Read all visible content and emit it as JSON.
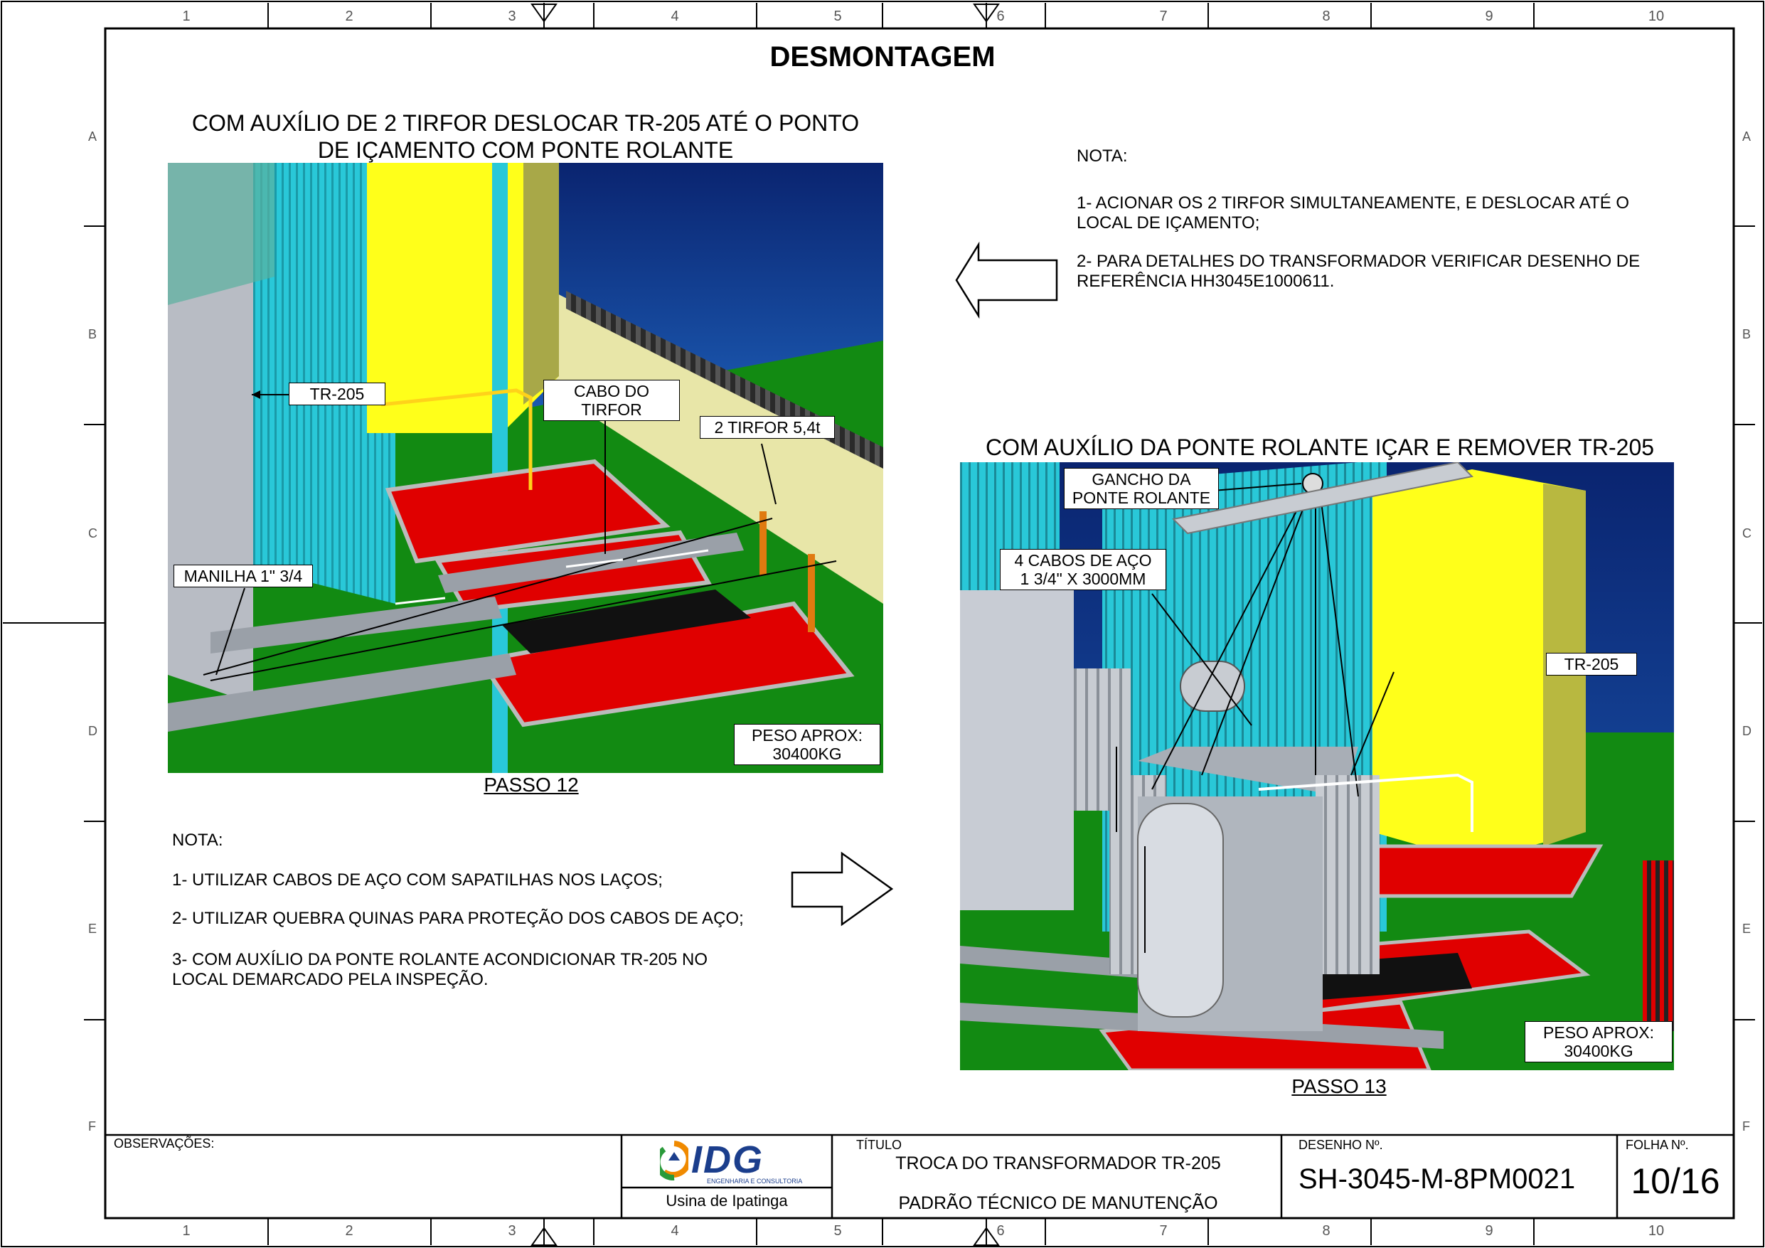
{
  "columns": [
    "1",
    "2",
    "3",
    "4",
    "5",
    "6",
    "7",
    "8",
    "9",
    "10"
  ],
  "rows": [
    "A",
    "B",
    "C",
    "D",
    "E",
    "F"
  ],
  "title": "DESMONTAGEM",
  "left": {
    "caption_line1": "COM AUXÍLIO DE 2 TIRFOR DESLOCAR TR-205 ATÉ O PONTO",
    "caption_line2": "DE IÇAMENTO COM PONTE ROLANTE",
    "labels": {
      "tr205": "TR-205",
      "cabo_l1": "CABO DO",
      "cabo_l2": "TIRFOR",
      "tirfor": "2 TIRFOR 5,4t",
      "manilha": "MANILHA 1\" 3/4",
      "peso_l1": "PESO APROX:",
      "peso_l2": "30400KG"
    },
    "passo": "PASSO 12",
    "nota_title": "NOTA:",
    "nota_items": [
      "1- UTILIZAR CABOS DE AÇO COM SAPATILHAS NOS LAÇOS;",
      "2- UTILIZAR QUEBRA QUINAS PARA PROTEÇÃO DOS CABOS DE AÇO;",
      "3-  COM AUXÍLIO DA PONTE ROLANTE ACONDICIONAR TR-205 NO",
      "LOCAL DEMARCADO PELA INSPEÇÃO."
    ]
  },
  "right": {
    "nota_title": "NOTA:",
    "nota_items": [
      "1- ACIONAR OS 2 TIRFOR SIMULTANEAMENTE, E DESLOCAR ATÉ O",
      "LOCAL DE IÇAMENTO;",
      "2- PARA DETALHES DO TRANSFORMADOR VERIFICAR DESENHO DE",
      "REFERÊNCIA HH3045E1000611."
    ],
    "caption": "COM AUXÍLIO DA PONTE ROLANTE IÇAR E REMOVER TR-205",
    "labels": {
      "gancho_l1": "GANCHO DA",
      "gancho_l2": "PONTE ROLANTE",
      "cabos_l1": "4 CABOS DE AÇO",
      "cabos_l2": "1 3/4\" X 3000MM",
      "tr205": "TR-205",
      "peso_l1": "PESO APROX:",
      "peso_l2": "30400KG"
    },
    "passo": "PASSO 13"
  },
  "title_block": {
    "observacoes_label": "OBSERVAÇÕES:",
    "logo_text": "IDG",
    "logo_sub": "ENGENHARIA E CONSULTORIA",
    "plant": "Usina de Ipatinga",
    "titulo_label": "TÍTULO",
    "titulo_1": "TROCA DO TRANSFORMADOR TR-205",
    "titulo_2": "PADRÃO TÉCNICO DE MANUTENÇÃO",
    "desenho_label": "DESENHO Nº.",
    "desenho_num": "SH-3045-M-8PM0021",
    "folha_label": "FOLHA Nº.",
    "folha_num": "10/16"
  },
  "colors": {
    "sky": "#0c2a7a",
    "grass": "#128a12",
    "red_floor": "#e00000",
    "yellow": "#ffff1a",
    "cyan": "#29c8d8",
    "wall": "#e8e6a8",
    "logo_orange": "#f08a00",
    "logo_blue": "#1b3e8c",
    "logo_green": "#2a9a3a"
  }
}
